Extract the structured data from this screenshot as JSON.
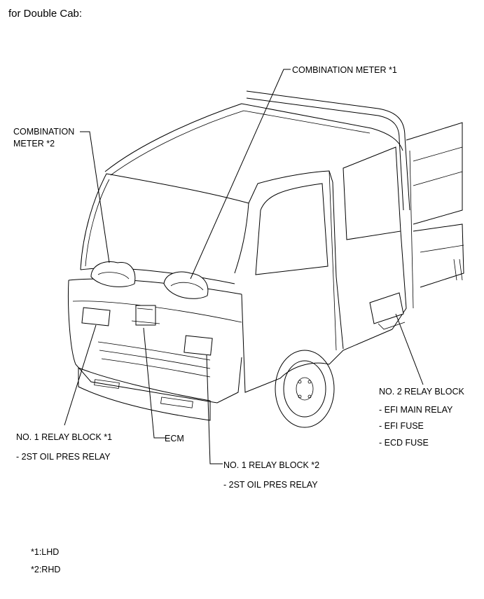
{
  "heading": "for Double Cab:",
  "labels": {
    "combination_meter_1": "COMBINATION METER *1",
    "combination_meter_2_line1": "COMBINATION",
    "combination_meter_2_line2": "METER *2",
    "no2_relay_block": "NO. 2 RELAY BLOCK",
    "efi_main_relay": "- EFI MAIN RELAY",
    "efi_fuse": "- EFI FUSE",
    "ecd_fuse": "- ECD FUSE",
    "no1_relay_block_1": "NO. 1 RELAY BLOCK *1",
    "oil_pres_relay_1": "- 2ST OIL PRES RELAY",
    "ecm": "ECM",
    "no1_relay_block_2": "NO. 1 RELAY BLOCK *2",
    "oil_pres_relay_2": "- 2ST OIL PRES RELAY"
  },
  "notes": {
    "lhd": "*1:LHD",
    "rhd": "*2:RHD"
  }
}
